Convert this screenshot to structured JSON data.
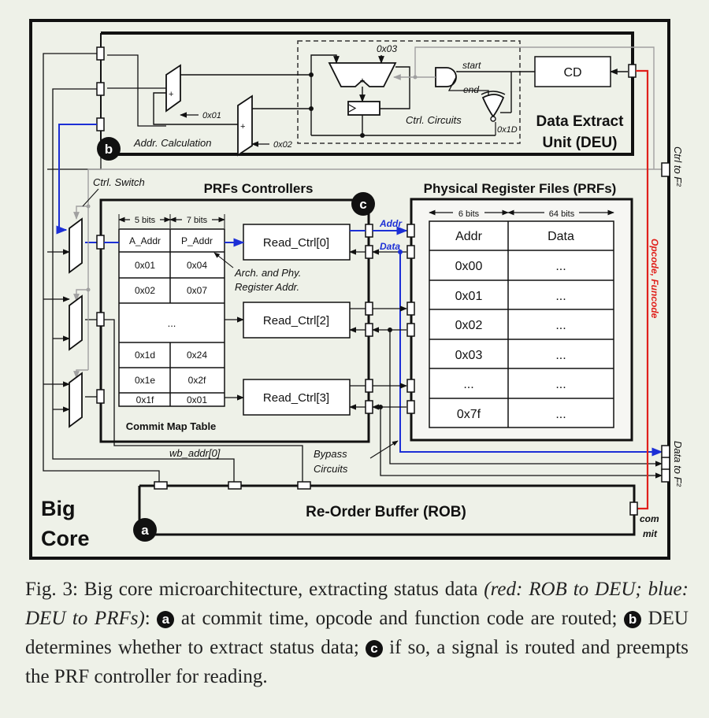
{
  "big_core": {
    "line1": "Big",
    "line2": "Core"
  },
  "deu": {
    "line1": "Data Extract",
    "line2": "Unit (DEU)",
    "cd": "CD",
    "start": "start",
    "end": "end",
    "hex_03": "0x03",
    "hex_1d": "0x1D",
    "ctrl_circuits": "Ctrl. Circuits",
    "hex_01": "0x01",
    "hex_02": "0x02",
    "addr_calc": "Addr. Calculation"
  },
  "prf_controllers": {
    "title": "PRFs Controllers",
    "ctrl_switch": "Ctrl.  Switch",
    "bits_5": "5 bits",
    "bits_7": "7 bits",
    "col_a": "A_Addr",
    "col_p": "P_Addr",
    "rows_top": [
      [
        "0x01",
        "0x04"
      ],
      [
        "0x02",
        "0x07"
      ]
    ],
    "ellipsis": "...",
    "rows_bottom": [
      [
        "0x1d",
        "0x24"
      ],
      [
        "0x1e",
        "0x2f"
      ],
      [
        "0x1f",
        "0x01"
      ]
    ],
    "table_caption": "Commit Map Table",
    "read_ctrl": [
      "Read_Ctrl[0]",
      "Read_Ctrl[2]",
      "Read_Ctrl[3]"
    ],
    "arch_phy_1": "Arch. and Phy.",
    "arch_phy_2": "Register Addr.",
    "addr": "Addr",
    "data": "Data"
  },
  "prfs": {
    "title": "Physical Register Files (PRFs)",
    "bits_6": "6 bits",
    "bits_64": "64 bits",
    "col_addr": "Addr",
    "col_data": "Data",
    "rows": [
      [
        "0x00",
        "..."
      ],
      [
        "0x01",
        "..."
      ],
      [
        "0x02",
        "..."
      ],
      [
        "0x03",
        "..."
      ],
      [
        "...",
        "..."
      ],
      [
        "0x7f",
        "..."
      ]
    ]
  },
  "side": {
    "ctrl_to_f2": "Ctrl to F²",
    "data_to_f2": "Data to F²",
    "opcode": "Opcode, Funcode",
    "com": "com",
    "mit": "mit",
    "wb_addr": "wb_addr[0]",
    "bypass_1": "Bypass",
    "bypass_2": "Circuits"
  },
  "rob": {
    "title": "Re-Order Buffer (ROB)"
  },
  "badges": {
    "a": "a",
    "b": "b",
    "c": "c"
  },
  "caption": {
    "p1": "Fig. 3: Big core microarchitecture, extracting status data ",
    "p2": "(red: ROB to DEU; blue: DEU to PRFs)",
    "p3": ": ",
    "p4": " at commit time, opcode and function code are routed; ",
    "p5": " DEU determines whether to extract status data; ",
    "p6": " if so, a signal is routed and preempts the PRF controller for reading."
  },
  "colors": {
    "red": "#e0201b",
    "blue": "#1c2fd6",
    "gray": "#a0a0a0",
    "panel": "#eef1e8"
  }
}
